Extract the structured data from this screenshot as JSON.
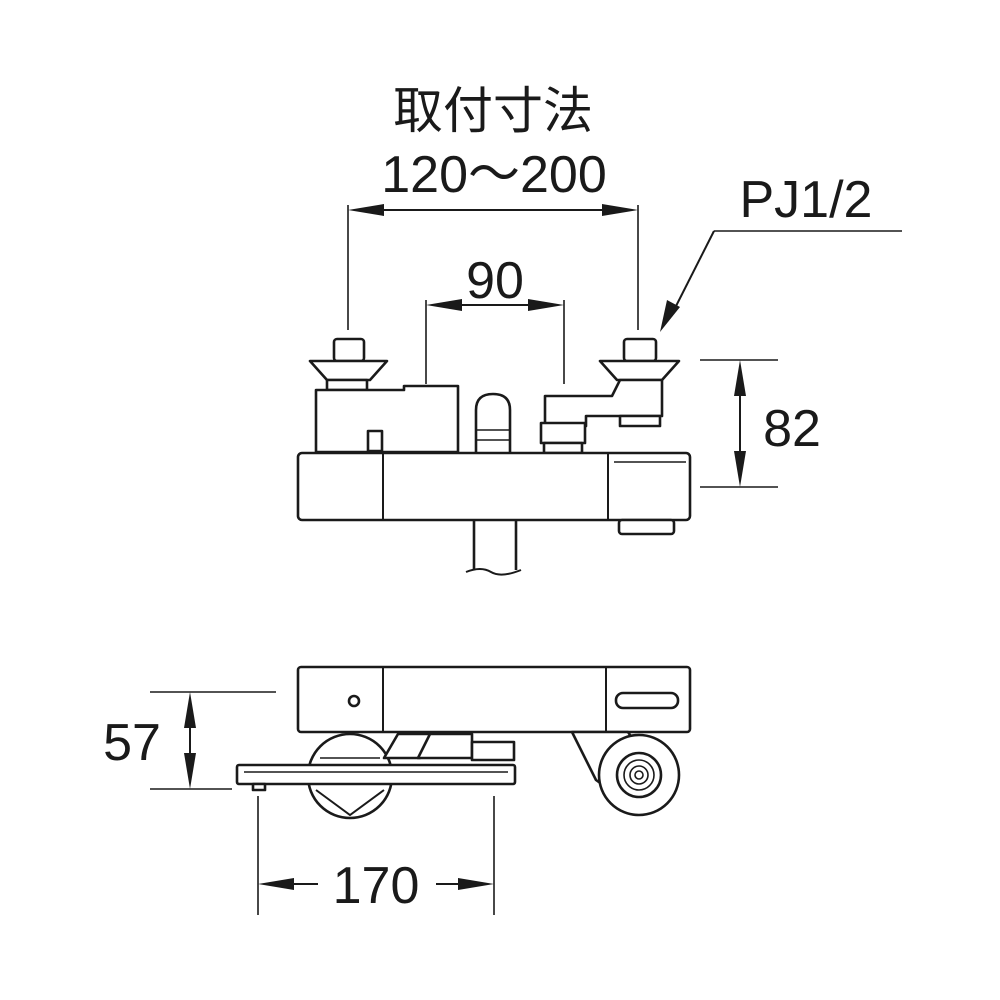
{
  "drawing": {
    "label_mounting_title": "取付寸法",
    "label_mounting_range": "120～200",
    "label_inlet_spacing": "90",
    "label_thread_spec": "PJ1/2",
    "label_height": "82",
    "label_depth": "57",
    "label_spout_length": "170"
  }
}
